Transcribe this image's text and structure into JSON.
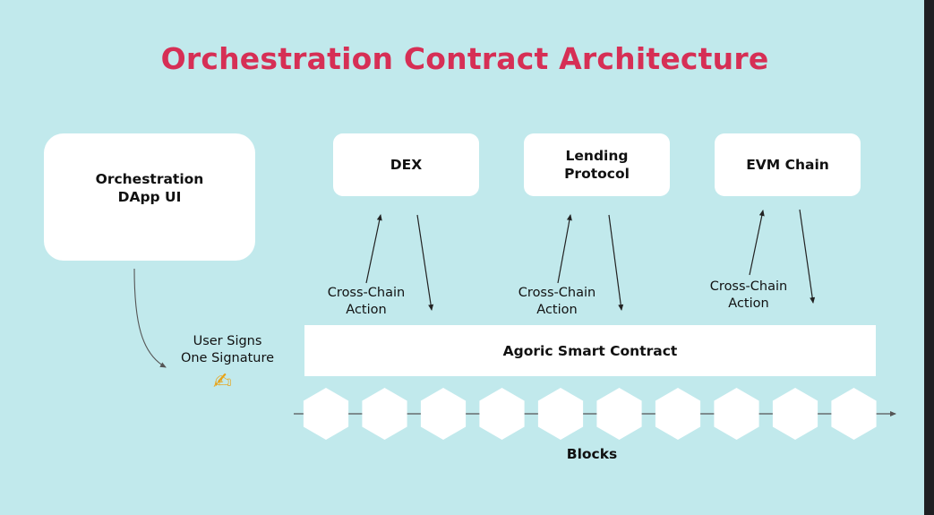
{
  "title": "Orchestration Contract Architecture",
  "nodes": {
    "dapp": "Orchestration\nDApp UI",
    "dex": "DEX",
    "lending": "Lending\nProtocol",
    "evm": "EVM Chain",
    "contract": "Agoric Smart Contract"
  },
  "labels": {
    "action": "Cross-Chain\nAction",
    "user_signs": "User Signs\nOne Signature",
    "blocks": "Blocks"
  },
  "icons": {
    "signature": "writing-hand-icon"
  },
  "block_count": 10,
  "colors": {
    "background": "#c1e9ec",
    "title": "#d62f55",
    "box": "#ffffff",
    "arrow": "#222222"
  }
}
